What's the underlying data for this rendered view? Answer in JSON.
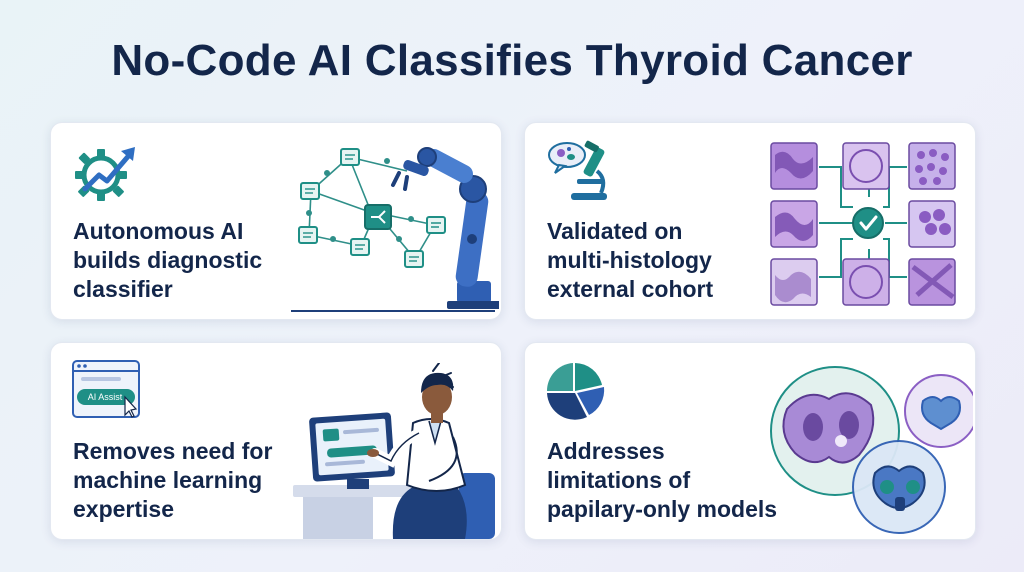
{
  "title": "No-Code AI Classifies Thyroid Cancer",
  "cards": [
    {
      "lines": [
        "Autonomous AI",
        "builds diagnostic",
        "classifier"
      ],
      "icon": "gear-growth-icon",
      "illustration": "robot-arm-network"
    },
    {
      "lines": [
        "Validated on",
        "multi-histology",
        "external cohort"
      ],
      "icon": "microscope-icon",
      "illustration": "histology-tile-grid"
    },
    {
      "lines": [
        "Removes need for",
        "machine learning",
        "expertise"
      ],
      "icon": "browser-ai-assist-icon",
      "illustration": "person-at-computer",
      "button_label": "AI Assist"
    },
    {
      "lines": [
        "Addresses",
        "limitations of",
        "papilary-only models"
      ],
      "icon": "pie-chart-icon",
      "illustration": "thyroid-venn-circles"
    }
  ],
  "colors": {
    "title": "#13264a",
    "teal": "#1f8f86",
    "blue": "#2f5fb3",
    "purple": "#8b5fc4",
    "tissue": "#a47ad0"
  }
}
